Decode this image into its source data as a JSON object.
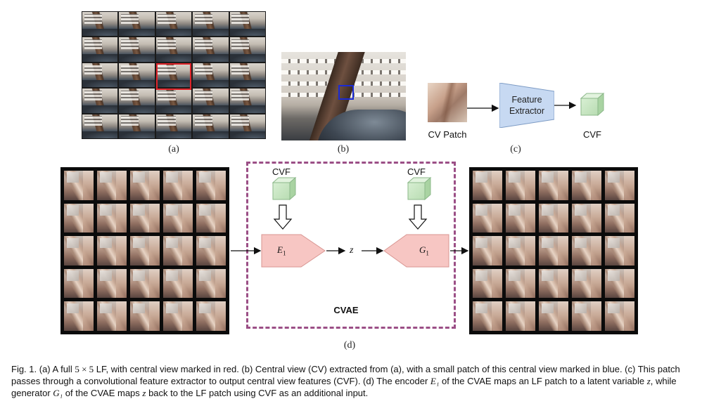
{
  "subfigure_labels": {
    "a": "(a)",
    "b": "(b)",
    "c": "(c)",
    "d": "(d)"
  },
  "panel_c": {
    "cv_patch_label": "CV Patch",
    "feature_extractor_line1": "Feature",
    "feature_extractor_line2": "Extractor",
    "cvf_label": "CVF"
  },
  "panel_d": {
    "cvf_left": "CVF",
    "cvf_right": "CVF",
    "encoder_label": "E",
    "encoder_subscript": "1",
    "latent_label": "z",
    "generator_label": "G",
    "generator_subscript": "1",
    "cvae_title": "CVAE"
  },
  "colors": {
    "central_view_marker": "#e0242a",
    "patch_marker": "#1a2ad6",
    "feature_extractor_fill": "#c7d9f2",
    "cvf_cube_fill": "#c9e8c4",
    "encoder_fill": "#f7c6c3",
    "cvae_border": "#9b4f86"
  },
  "caption": {
    "part1": "Fig. 1. (a) A full ",
    "math_lf_size": "5 × 5",
    "part2": " LF, with central view marked in red. (b) Central view (CV) extracted from (a), with a small patch of this central view marked in blue. (c) This patch passes through a convolutional feature extractor to output central view features (CVF). (d) The encoder ",
    "math_e1": "E₁",
    "part3": " of the CVAE maps an LF patch to a latent variable ",
    "math_z1": "z",
    "part4": ", while generator ",
    "math_g1": "G₁",
    "part5": " of the CVAE maps ",
    "math_z2": "z",
    "part6": " back to the LF patch using CVF as an additional input."
  }
}
